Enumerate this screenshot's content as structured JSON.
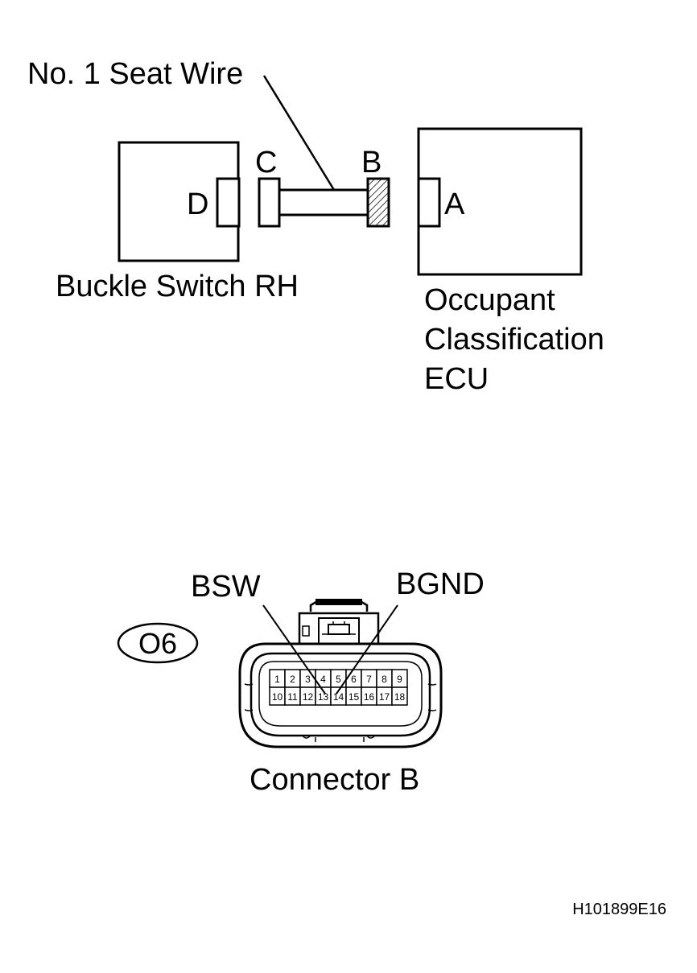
{
  "labels": {
    "seat_wire": "No. 1 Seat Wire",
    "buckle_switch": "Buckle Switch RH",
    "ecu_line1": "Occupant",
    "ecu_line2": "Classification",
    "ecu_line3": "ECU",
    "conn_a": "A",
    "conn_b": "B",
    "conn_c": "C",
    "conn_d": "D",
    "bsw": "BSW",
    "bgnd": "BGND",
    "connector_code": "O6",
    "connector_b": "Connector B",
    "figure_id": "H101899E16"
  },
  "pins": {
    "top": [
      "1",
      "2",
      "3",
      "4",
      "5",
      "6",
      "7",
      "8",
      "9"
    ],
    "bottom": [
      "10",
      "11",
      "12",
      "13",
      "14",
      "15",
      "16",
      "17",
      "18"
    ]
  }
}
